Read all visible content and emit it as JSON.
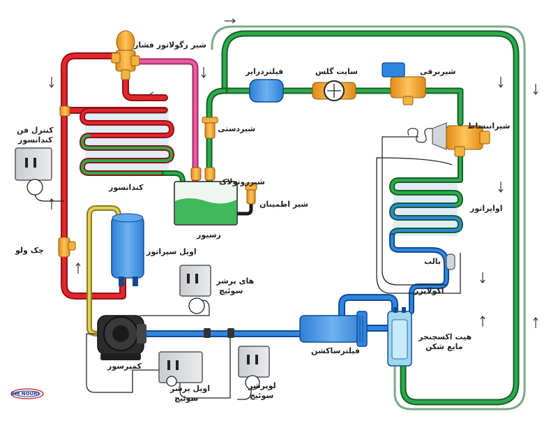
{
  "labels": {
    "pressure_regulator_valve": "شیر رگولاتور فشار",
    "manual_valve": "شیردستی",
    "rotalock_valve": "شیرروتولاک",
    "safety_valve": "شیر اطمینان",
    "receiver": "رسیور",
    "condenser": "کندانسور",
    "condenser_fan_control_line1": "کنترل فن",
    "condenser_fan_control_line2": "کندانسور",
    "check_valve": "چک ولو",
    "oil_separator": "اویل سپراتور",
    "high_pressure_switch_line1": "های پرشر",
    "high_pressure_switch_line2": "سوئیچ",
    "compressor": "کمپرسور",
    "oil_pressure_switch_line1": "اویل پرشر",
    "oil_pressure_switch_line2": "سوئیچ",
    "low_pressure_switch_line1": "لوپرشر",
    "low_pressure_switch_line2": "سوئیچ",
    "filter_drier": "فیلتردرایر",
    "sight_glass": "سایت گلس",
    "solenoid_valve": "شیربرقی",
    "expansion_valve": "شیرانبساط",
    "evaporator": "اواپراتور",
    "bulb": "بالب",
    "equalizer": "اکولایزر",
    "suction_filter": "فیلترساکشن",
    "heat_exchanger_line1": "هیت اکسچنجر",
    "heat_exchanger_line2": "مایع شکن"
  },
  "logo": {
    "text": "BM NOURI"
  },
  "colors": {
    "discharge": "#e0282e",
    "liquid": "#1e8c3a",
    "suction": "#1f73d1",
    "oil": "#c8b548",
    "brass": "#f0a22a",
    "pink": "#e0509a",
    "gray": "#d9dcdf"
  }
}
